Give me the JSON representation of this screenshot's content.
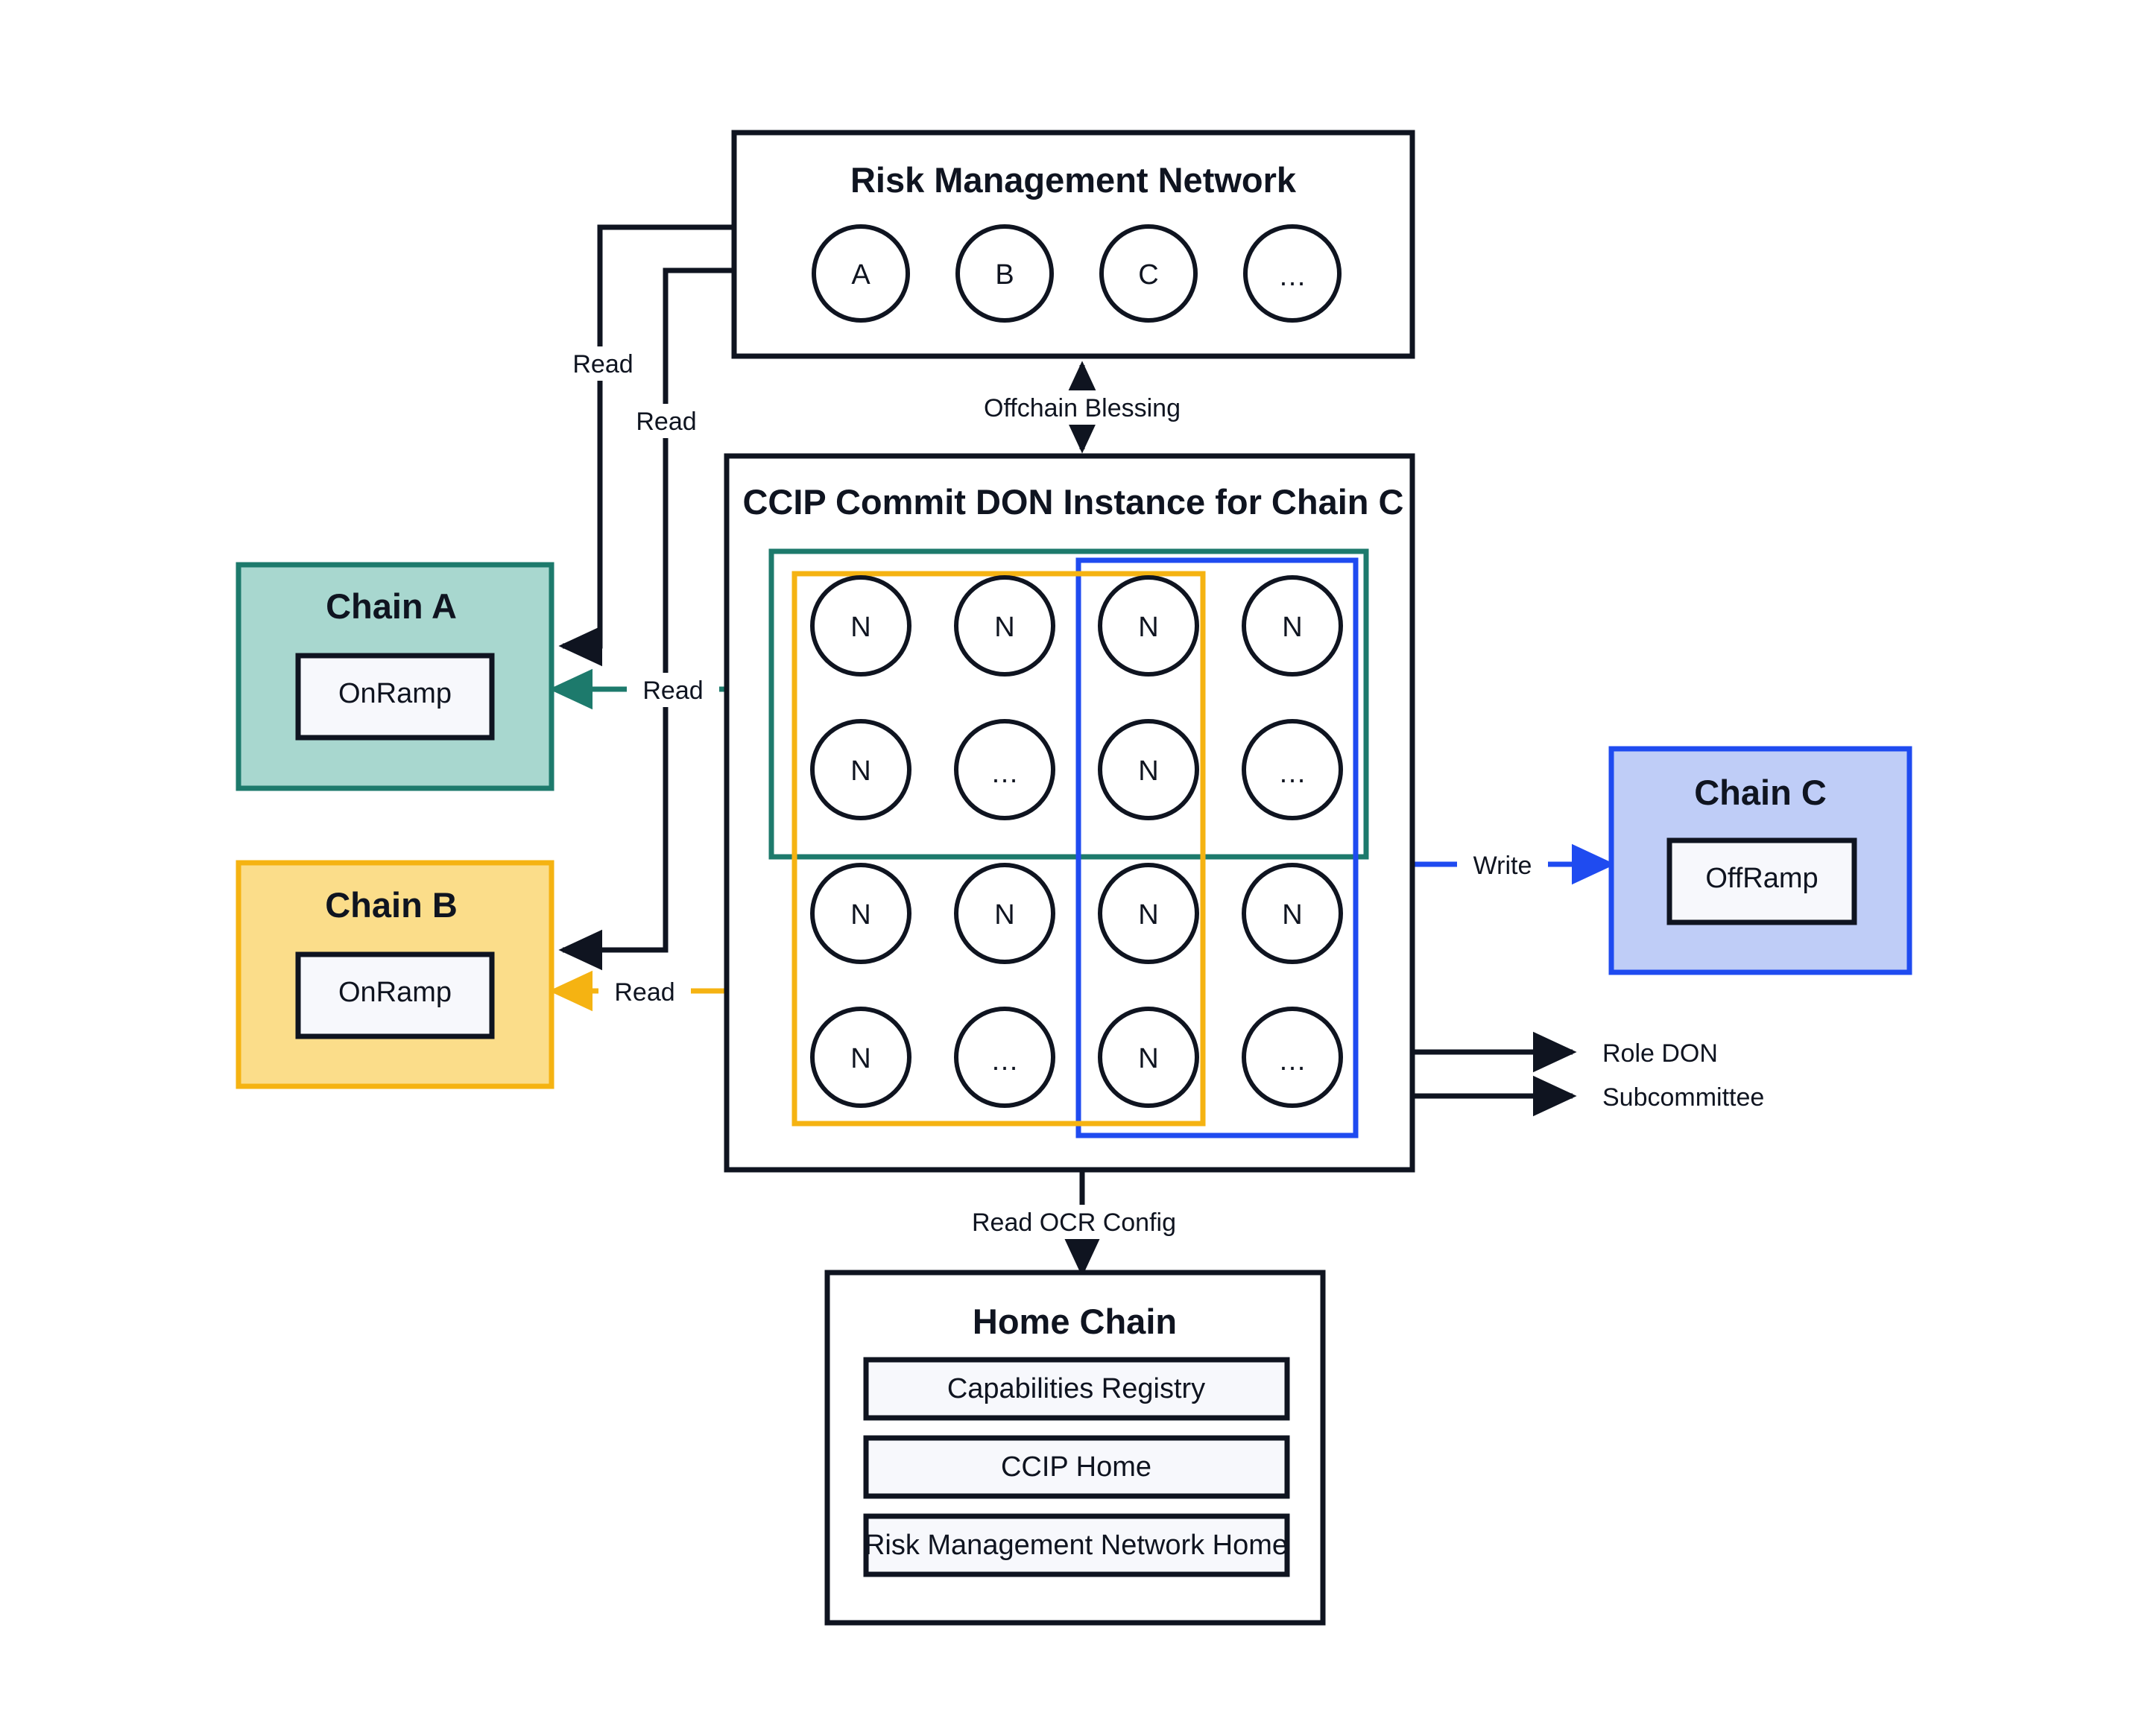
{
  "diagram": {
    "title": "CCIP Commit DON architecture",
    "background": "#ffffff"
  },
  "colors": {
    "ink": "#0f1420",
    "teal_stroke": "#1d7a6c",
    "teal_fill": "#a8d7cf",
    "orange_stroke": "#f5b312",
    "orange_fill": "#fbdd8a",
    "blue_stroke": "#1f4bf0",
    "blue_fill": "#bfcdf7",
    "panel_fill": "#f7f8fc"
  },
  "risk_management_network": {
    "title": "Risk Management Network",
    "nodes": [
      "A",
      "B",
      "C",
      "…"
    ]
  },
  "commit_don": {
    "title": "CCIP Commit DON Instance for Chain C",
    "node_label": "N",
    "ellipsis_label": "…",
    "grid": [
      [
        "N",
        "N",
        "N",
        "N"
      ],
      [
        "N",
        "…",
        "N",
        "…"
      ],
      [
        "N",
        "N",
        "N",
        "N"
      ],
      [
        "N",
        "…",
        "N",
        "…"
      ]
    ],
    "overlays": [
      {
        "name": "role-don-teal-overlay",
        "color": "#1d7a6c"
      },
      {
        "name": "role-don-orange-overlay",
        "color": "#f5b312"
      },
      {
        "name": "subcommittee-blue-overlay",
        "color": "#1f4bf0"
      }
    ]
  },
  "chains": {
    "chain_a": {
      "title": "Chain A",
      "contract": "OnRamp",
      "fill": "#a8d7cf",
      "stroke": "#1d7a6c"
    },
    "chain_b": {
      "title": "Chain B",
      "contract": "OnRamp",
      "fill": "#fbdd8a",
      "stroke": "#f5b312"
    },
    "chain_c": {
      "title": "Chain C",
      "contract": "OffRamp",
      "fill": "#bfcdf7",
      "stroke": "#1f4bf0"
    }
  },
  "home_chain": {
    "title": "Home Chain",
    "contracts": [
      "Capabilities Registry",
      "CCIP Home",
      "Risk Management Network Home"
    ]
  },
  "edges": {
    "read_rmn_to_chain_a": "Read",
    "read_rmn_to_chain_b": "Read",
    "read_don_to_chain_a": "Read",
    "read_don_to_chain_b": "Read",
    "write_don_to_chain_c": "Write",
    "offchain_blessing": "Offchain Blessing",
    "read_ocr_config": "Read OCR Config"
  },
  "legend": {
    "role_don": "Role DON",
    "subcommittee": "Subcommittee"
  }
}
